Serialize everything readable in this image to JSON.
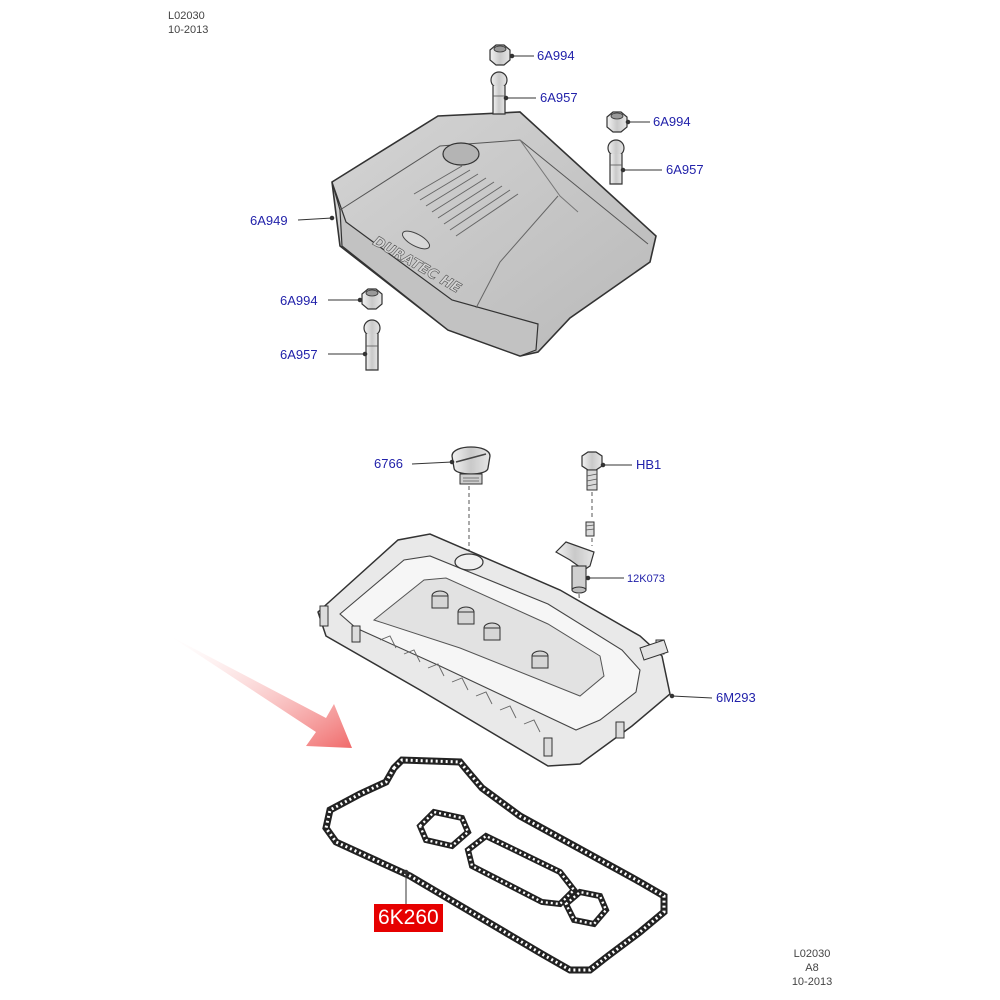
{
  "header": {
    "line1": "L02030",
    "line2": "10-2013"
  },
  "footer": {
    "line1": "L02030",
    "line2": "A8",
    "line3": "10-2013"
  },
  "cover_text": {
    "brand": "DURATEC HE"
  },
  "callouts": {
    "nut_top": "6A994",
    "stud_top": "6A957",
    "nut_right": "6A994",
    "stud_right": "6A957",
    "cover": "6A949",
    "nut_left": "6A994",
    "stud_left": "6A957",
    "oil_cap": "6766",
    "bolt": "HB1",
    "sensor": "12K073",
    "valve_cover": "6M293",
    "gasket": "6K260"
  },
  "colors": {
    "callout_text": "#2222aa",
    "highlight_bg": "#e60000",
    "arrow": "#f06a6a",
    "line": "#333333"
  }
}
